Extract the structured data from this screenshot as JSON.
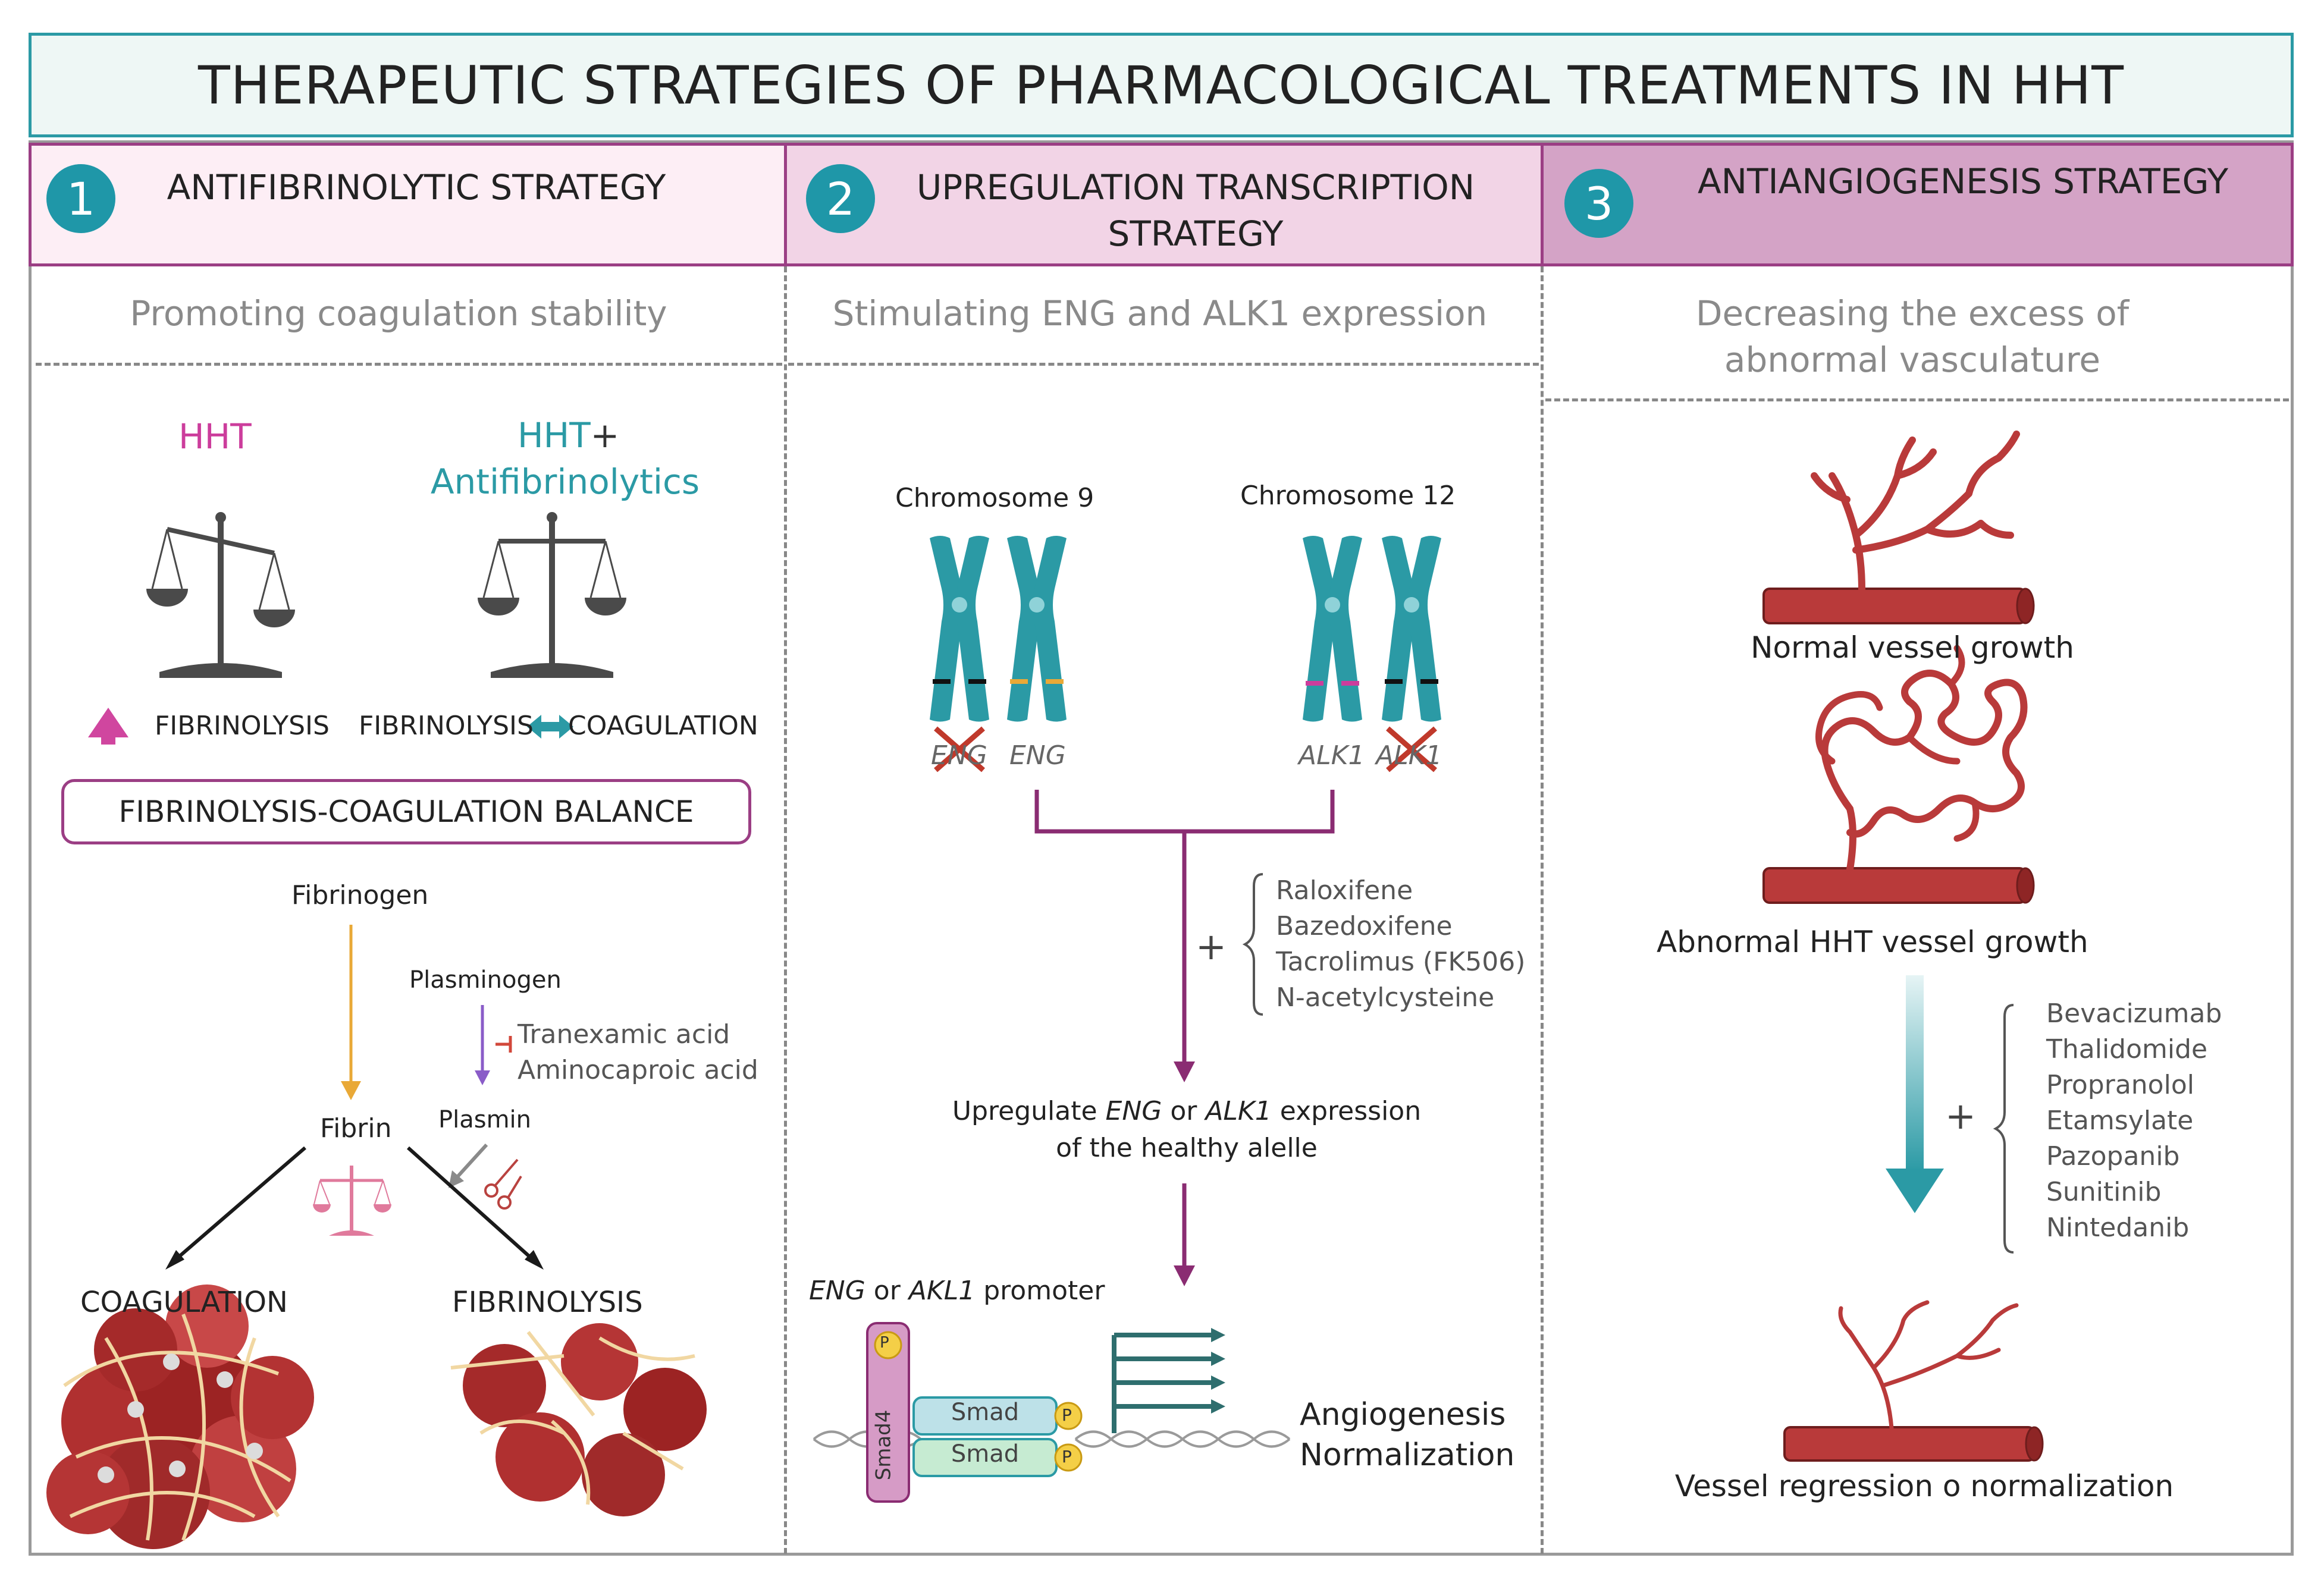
{
  "title": "THERAPEUTIC STRATEGIES OF PHARMACOLOGICAL TREATMENTS  IN HHT",
  "colors": {
    "teal": "#2b9aa5",
    "magenta": "#9b3e84",
    "pink": "#cc3d9c",
    "vessel": "#b93a3a",
    "orange": "#e9a937",
    "purple": "#8a5cc8"
  },
  "panels": [
    {
      "number": "1",
      "header": "ANTIFIBRINOLYTIC STRATEGY",
      "subtitle": "Promoting coagulation stability",
      "hht_label": "HHT",
      "hht_plus_label": "HHT",
      "plus_sign": "+",
      "antifibrinolytics_label": "Antifibrinolytics",
      "left_caption": "FIBRINOLYSIS",
      "right_caption_left": "FIBRINOLYSIS",
      "right_caption_right": "COAGULATION",
      "balance_box": "FIBRINOLYSIS-COAGULATION BALANCE",
      "fibrinogen": "Fibrinogen",
      "plasminogen": "Plasminogen",
      "inhibitors": [
        "Tranexamic acid",
        "Aminocaproic acid"
      ],
      "fibrin": "Fibrin",
      "plasmin": "Plasmin",
      "coagulation": "COAGULATION",
      "fibrinolysis": "FIBRINOLYSIS"
    },
    {
      "number": "2",
      "header_line1": "UPREGULATION TRANSCRIPTION",
      "header_line2": "STRATEGY",
      "subtitle": "Stimulating ENG and ALK1 expression",
      "chrom9": "Chromosome  9",
      "chrom12": "Chromosome  12",
      "eng_crossed": "ENG",
      "eng": "ENG",
      "alk1": "ALK1",
      "alk1_crossed": "ALK1",
      "plus_sign": "+",
      "drugs": [
        "Raloxifene",
        "Bazedoxifene",
        "Tacrolimus (FK506)",
        "N-acetylcysteine"
      ],
      "upregulate_a": "Upregulate ",
      "upregulate_eng": "ENG",
      "upregulate_or": " or ",
      "upregulate_alk1": "ALK1",
      "upregulate_b": " expression",
      "upregulate_line2": "of the healthy alelle",
      "promoter_eng": "ENG",
      "promoter_or": " or ",
      "promoter_akl1": "AKL1",
      "promoter_b": " promoter",
      "smad4": "Smad4",
      "smad": "Smad",
      "p": "P",
      "outcome_line1": "Angiogenesis",
      "outcome_line2": "Normalization"
    },
    {
      "number": "3",
      "header": "ANTIANGIOGENESIS STRATEGY",
      "subtitle_line1": "Decreasing the excess of",
      "subtitle_line2": "abnormal vasculature",
      "normal": "Normal vessel growth",
      "abnormal": "Abnormal  HHT vessel growth",
      "plus_sign": "+",
      "drugs": [
        "Bevacizumab",
        "Thalidomide",
        "Propranolol",
        "Etamsylate",
        "Pazopanib",
        "Sunitinib",
        "Nintedanib"
      ],
      "regression": "Vessel regression o normalization"
    }
  ]
}
